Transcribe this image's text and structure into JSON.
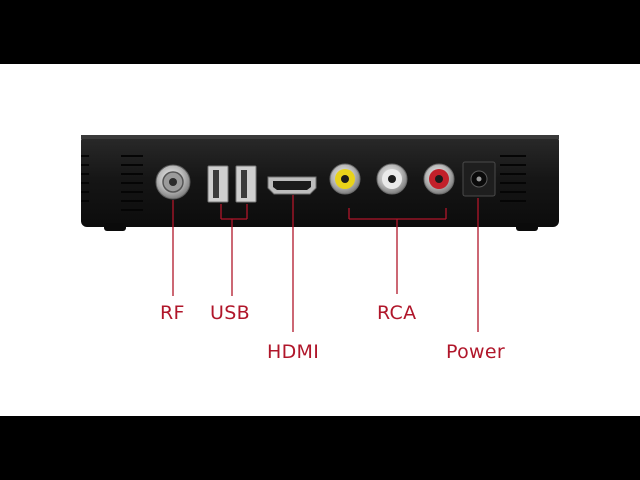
{
  "labels": {
    "rf": "RF",
    "usb": "USB",
    "hdmi": "HDMI",
    "rca": "RCA",
    "power": "Power"
  },
  "colors": {
    "letterbox": "#000000",
    "background": "#ffffff",
    "label": "#b0162a",
    "leader_line": "#b0162a",
    "device_body": "#141414",
    "rca_video": "#e8d21a",
    "rca_audio_left": "#e9e9e9",
    "rca_audio_right": "#c2202a"
  },
  "icons": {
    "device": "set-top-box-icon",
    "rf_port": "coax-port-icon",
    "usb_ports": "usb-port-icon",
    "hdmi_port": "hdmi-port-icon",
    "rca_ports": "rca-jack-icon",
    "power_port": "dc-power-jack-icon"
  }
}
